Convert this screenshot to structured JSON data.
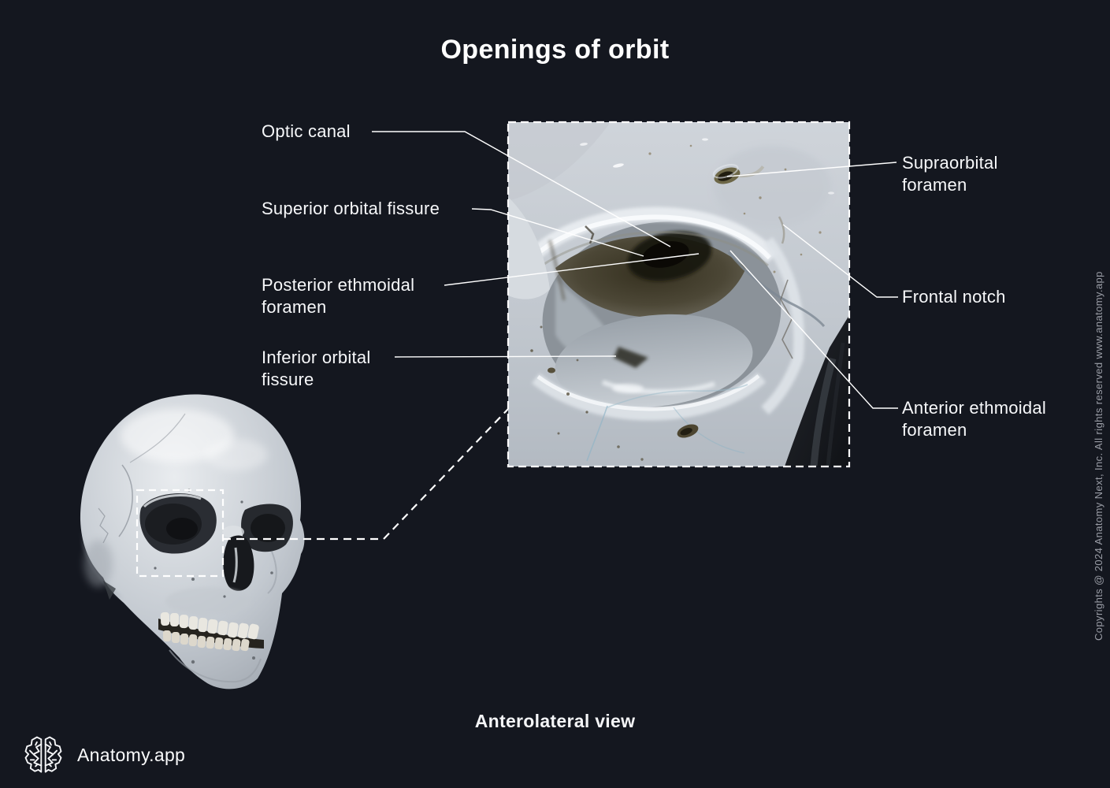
{
  "title": "Openings of orbit",
  "caption": "Anterolateral view",
  "brand": {
    "name": "Anatomy.app"
  },
  "copyright": "Copyrights @ 2024 Anatomy Next, Inc. All rights reserved www.anatomy.app",
  "labels": {
    "left": [
      {
        "text": "Optic canal"
      },
      {
        "text": "Superior orbital fissure"
      },
      {
        "text": "Posterior ethmoidal foramen"
      },
      {
        "text": "Inferior orbital fissure"
      }
    ],
    "right": [
      {
        "text": "Supraorbital foramen"
      },
      {
        "text": "Frontal notch"
      },
      {
        "text": "Anterior ethmoidal foramen"
      }
    ]
  },
  "figures": {
    "inset": "Close-up photograph of the orbit showing its openings, framed by a white dashed border",
    "skull": "Human skull in anterolateral view with the orbital region outlined by a dashed rectangle"
  },
  "colors": {
    "background": "#14171f",
    "label_text": "#f7f8fa",
    "leader_line": "#ffffff",
    "dashed_outline": "#ffffff",
    "copyright_text": "#9a9da6"
  }
}
